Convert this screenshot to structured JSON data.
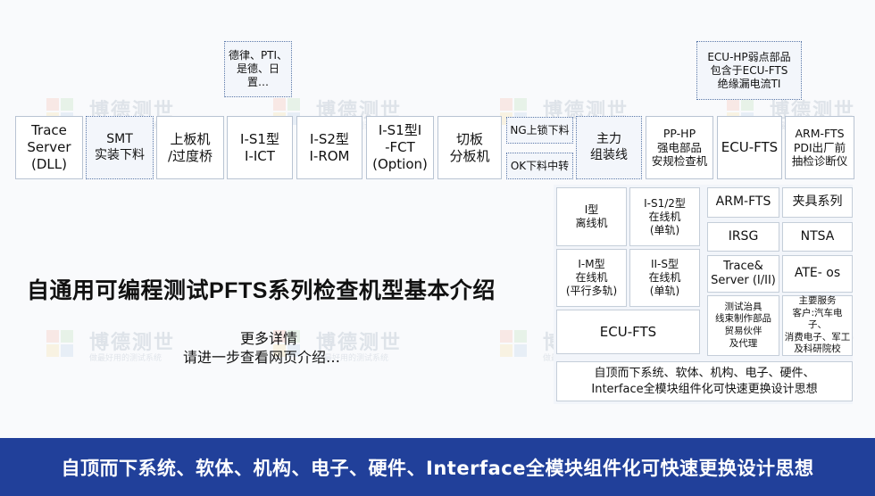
{
  "watermark": {
    "name": "博德测世",
    "slogan": "做最好用的测试系统"
  },
  "notes": {
    "top_left": "德律、PTI、\n是德、日\n置…",
    "top_right": "ECU-HP弱点部品\n包含于ECU-FTS\n绝缘漏电流TI"
  },
  "process_row": [
    "Trace\nServer\n(DLL)",
    "SMT\n实装下料",
    "上板机\n/过度桥",
    "I-S1型\nI-ICT",
    "I-S2型\nI-ROM",
    "I-S1型I\n-FCT\n(Option)",
    "切板\n分板机",
    "NG上锁下料",
    "OK下料中转",
    "主力\n组装线",
    "PP-HP\n强电部品\n安规检查机",
    "ECU-FTS",
    "ARM-FTS\nPDI出厂前\n抽检诊断仪"
  ],
  "machines": {
    "i_offline": "I型\n离线机",
    "i_s12": "I-S1/2型\n在线机\n(单轨)",
    "i_m": "I-M型\n在线机\n(平行多轨)",
    "ii_s": "II-S型\n在线机\n(单轨)",
    "ecu_fts": "ECU-FTS"
  },
  "products": {
    "arm_fts": "ARM-FTS",
    "fixture": "夹具系列",
    "irsg": "IRSG",
    "ntsa": "NTSA",
    "trace": "Trace&\nServer (I/II)",
    "ate": "ATE- os",
    "partner": "测试治具\n线束制作部品\n贸易伙伴\n及代理",
    "service": "主要服务\n客户:汽车电子、\n消费电子、军工\n及科研院校"
  },
  "panel_note": "自顶而下系统、软体、机构、电子、硬件、\nInterface全模块组件化可快速更换设计思想",
  "main_title": "自通用可编程测试PFTS系列检查机型基本介绍",
  "more": {
    "line1": "更多详情",
    "line2": "请进一步查看网页介绍…"
  },
  "banner": "自顶而下系统、软体、机构、电子、硬件、Interface全模块组件化可快速更换设计思想",
  "colors": {
    "banner": "#21409a",
    "dotted_border": "#5b78a8"
  }
}
